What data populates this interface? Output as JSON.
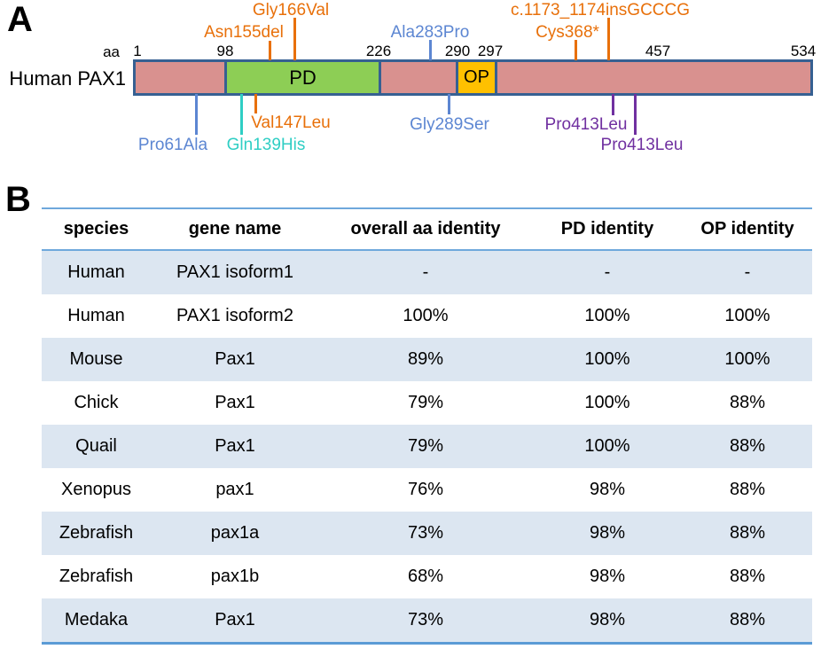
{
  "panel_a": {
    "label": "A",
    "protein_name": "Human PAX1",
    "axis_unit": "aa",
    "scale_ticks": [
      "1",
      "98",
      "226",
      "290",
      "297",
      "457",
      "534"
    ],
    "domains": {
      "pd": "PD",
      "op": "OP"
    },
    "mutations": {
      "gly166val": {
        "label": "Gly166Val"
      },
      "asn155del": {
        "label": "Asn155del"
      },
      "ala283pro": {
        "label": "Ala283Pro"
      },
      "cys368x": {
        "label": "Cys368*"
      },
      "ins_gcccg": {
        "label": "c.1173_1174insGCCCG"
      },
      "pro61ala": {
        "label": "Pro61Ala"
      },
      "gln139his": {
        "label": "Gln139His"
      },
      "val147leu": {
        "label": "Val147Leu"
      },
      "gly289ser": {
        "label": "Gly289Ser"
      },
      "pro413leu_1": {
        "label": "Pro413Leu"
      },
      "pro413leu_2": {
        "label": "Pro413Leu"
      }
    }
  },
  "panel_b": {
    "label": "B",
    "table": {
      "headers": [
        "species",
        "gene name",
        "overall aa identity",
        "PD identity",
        "OP identity"
      ],
      "rows": [
        [
          "Human",
          "PAX1 isoform1",
          "-",
          "-",
          "-"
        ],
        [
          "Human",
          "PAX1 isoform2",
          "100%",
          "100%",
          "100%"
        ],
        [
          "Mouse",
          "Pax1",
          "89%",
          "100%",
          "100%"
        ],
        [
          "Chick",
          "Pax1",
          "79%",
          "100%",
          "88%"
        ],
        [
          "Quail",
          "Pax1",
          "79%",
          "100%",
          "88%"
        ],
        [
          "Xenopus",
          "pax1",
          "76%",
          "98%",
          "88%"
        ],
        [
          "Zebrafish",
          "pax1a",
          "73%",
          "98%",
          "88%"
        ],
        [
          "Zebrafish",
          "pax1b",
          "68%",
          "98%",
          "88%"
        ],
        [
          "Medaka",
          "Pax1",
          "73%",
          "98%",
          "88%"
        ]
      ]
    }
  },
  "colors": {
    "bar_fill": "#d9918f",
    "bar_border": "#366092",
    "pd_fill": "#8dce55",
    "op_fill": "#ffc000",
    "mutation_orange": "#e8700a",
    "mutation_blue": "#5c86d2",
    "mutation_cyan": "#2fcec4",
    "mutation_purple": "#7030a0",
    "table_rule": "#6fa8dc",
    "table_row_shade": "#dce6f1"
  }
}
